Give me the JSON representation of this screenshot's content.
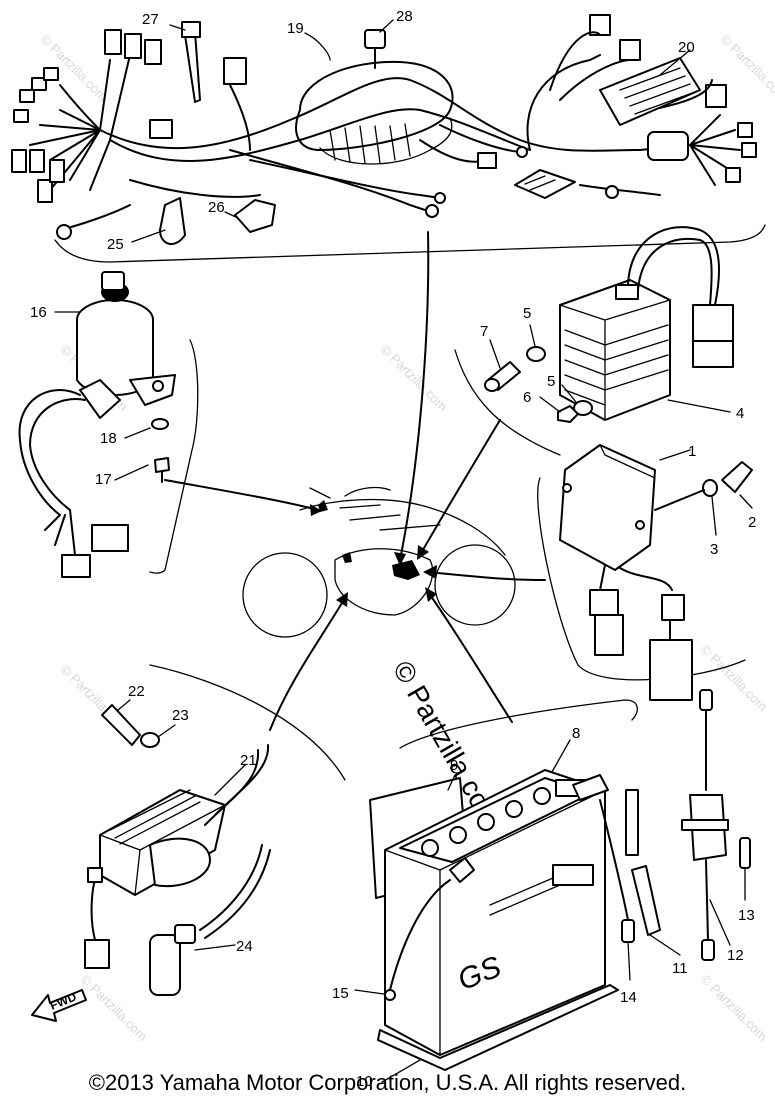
{
  "labels": {
    "p1": "1",
    "p2": "2",
    "p3": "3",
    "p4": "4",
    "p5a": "5",
    "p5b": "5",
    "p6": "6",
    "p7": "7",
    "p8": "8",
    "p9": "9",
    "p10": "10",
    "p11": "11",
    "p12": "12",
    "p13": "13",
    "p14": "14",
    "p15": "15",
    "p16": "16",
    "p17": "17",
    "p18": "18",
    "p19": "19",
    "p20": "20",
    "p21": "21",
    "p22": "22",
    "p23": "23",
    "p24": "24",
    "p25": "25",
    "p26": "26",
    "p27": "27",
    "p28": "28"
  },
  "watermark": {
    "center": "© Partzilla.com",
    "small": "© Partzilla.com"
  },
  "battery_brand": "GS",
  "fwd": "FWD",
  "copyright": "©2013  Yamaha Motor Corporation, U.S.A. All rights reserved."
}
